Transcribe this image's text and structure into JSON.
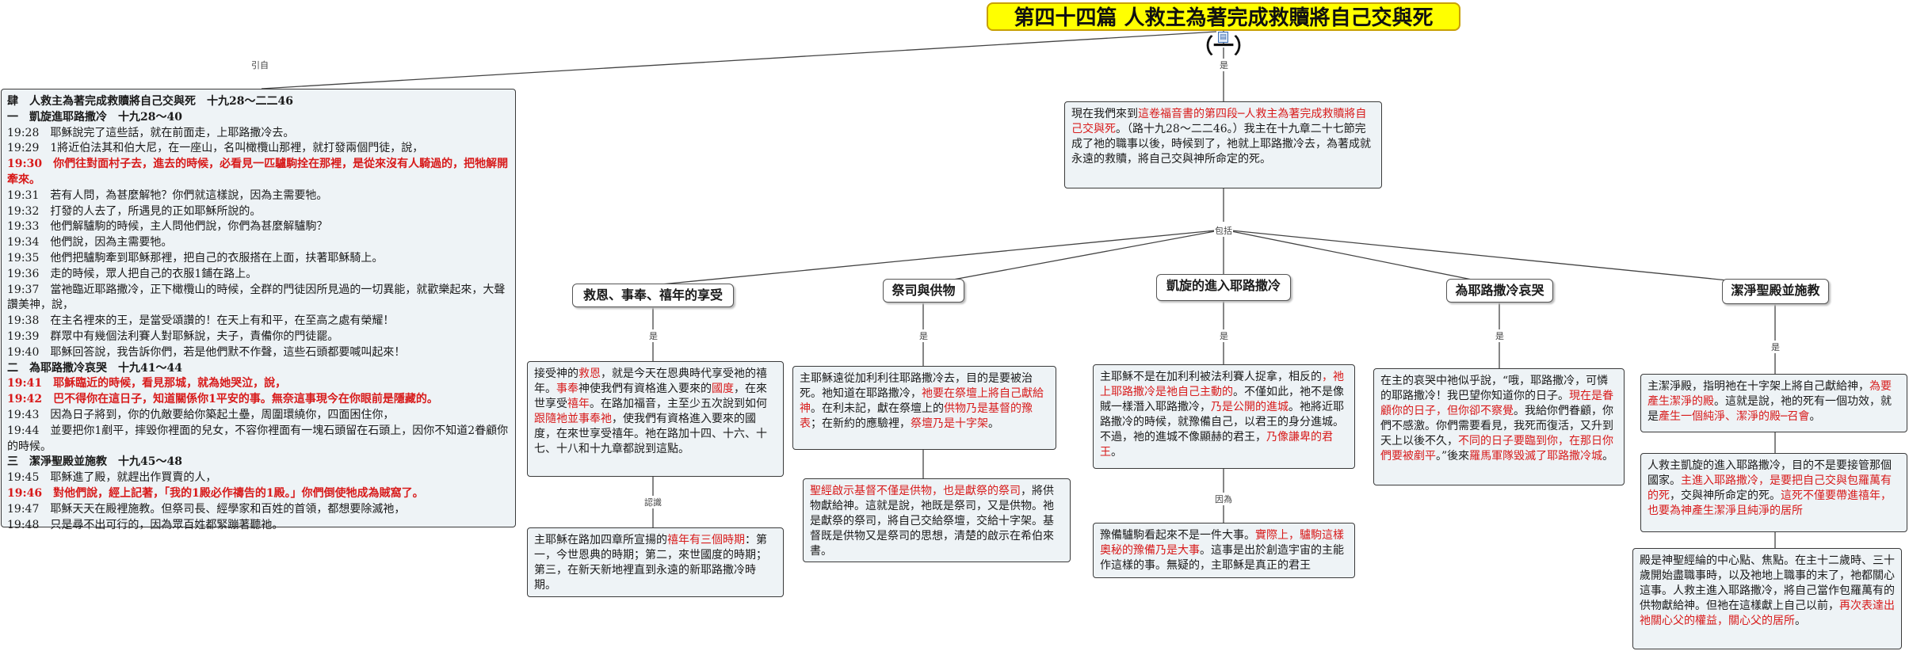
{
  "root": {
    "title": "第四十四篇 人救主為著完成救贖將自己交與死（一）",
    "icon": "note-icon"
  },
  "edges": {
    "intro": "引自",
    "is1": "是",
    "include": "包括",
    "is_a": "是",
    "is_b": "是",
    "is_c": "是",
    "is_d": "是",
    "is_e": "是",
    "note": "認識",
    "because": "因為"
  },
  "scripture": {
    "heading": "肆　人救主為著完成救贖將自己交與死　十九28～二二46",
    "s1": "一　凱旋進耶路撒冷　十九28～40",
    "v1928": "19:28　耶穌說完了這些話，就在前面走，上耶路撒冷去。",
    "v1929": "19:29　1將近伯法其和伯大尼，在一座山，名叫橄欖山那裡，就打發兩個門徒，說，",
    "v1930": "19:30　你們往對面村子去，進去的時候，必看見一匹驢駒拴在那裡，是從來沒有人騎過的，把牠解開牽來。",
    "v1931": "19:31　若有人問，為甚麼解牠？你們就這樣說，因為主需要牠。",
    "v1932": "19:32　打發的人去了，所遇見的正如耶穌所說的。",
    "v1933": "19:33　他們解驢駒的時候，主人問他們說，你們為甚麼解驢駒？",
    "v1934": "19:34　他們說，因為主需要牠。",
    "v1935": "19:35　他們把驢駒牽到耶穌那裡，把自己的衣服搭在上面，扶著耶穌騎上。",
    "v1936": "19:36　走的時候，眾人把自己的衣服1鋪在路上。",
    "v1937": "19:37　當祂臨近耶路撒冷，正下橄欖山的時候，全群的門徒因所見過的一切異能，就歡樂起來，大聲讚美神，說，",
    "v1938": "19:38　在主名裡來的王，是當受頌讚的！在天上有和平，在至高之處有榮耀！",
    "v1939": "19:39　群眾中有幾個法利賽人對耶穌說，夫子，責備你的門徒罷。",
    "v1940": "19:40　耶穌回答說，我告訴你們，若是他們默不作聲，這些石頭都要喊叫起來！",
    "s2": "二　為耶路撒冷哀哭　十九41～44",
    "v1941": "19:41　耶穌臨近的時候，看見那城，就為她哭泣，說，",
    "v1942": "19:42　巴不得你在這日子，知道關係你1平安的事。無奈這事現今在你眼前是隱藏的。",
    "v1943": "19:43　因為日子將到，你的仇敵要給你築起土壘，周圍環繞你，四面困住你，",
    "v1944": "19:44　並要把你1剷平，摔毀你裡面的兒女，不容你裡面有一塊石頭留在石頭上，因你不知道2眷顧你的時候。",
    "s3": "三　潔淨聖殿並施教　十九45～48",
    "v1945": "19:45　耶穌進了殿，就趕出作買賣的人，",
    "v1946": "19:46　對他們說，經上記著，「我的1殿必作禱告的1殿。」你們倒使牠成為賊窩了。",
    "v1947": "19:47　耶穌天天在殿裡施教。但祭司長、經學家和百姓的首領，都想要除滅祂，",
    "v1948": "19:48　只是尋不出可行的，因為眾百姓都緊蹦著聽祂。"
  },
  "summary": {
    "pre": "現在我們來到",
    "red": "這卷福音書的第四段─人救主為著完成救贖將自己交與死",
    "post": "。（路十九28～二二46。）我主在十九章二十七節完成了祂的職事以後，時候到了，祂就上耶路撒冷去，為著成就永遠的救贖，將自己交與神所命定的死。"
  },
  "topics": {
    "t1": "救恩、事奉、禧年的享受",
    "t2": "祭司與供物",
    "t3": "凱旋的進入耶路撒冷",
    "t4": "為耶路撒冷哀哭",
    "t5": "潔淨聖殿並施教"
  },
  "n1": {
    "a1": "接受神的",
    "a2": "救恩",
    "a3": "，就是今天在恩典時代享受祂的禧年。",
    "a4": "事奉",
    "a5": "神使我們有資格進入要來的",
    "a6": "國度",
    "a7": "，在來世享受",
    "a8": "禧年",
    "a9": "。在路加福音，主至少五次說到如何",
    "a10": "跟隨祂並事奉祂",
    "a11": "，使我們有資格進入要來的國度，在來世享受禧年。祂在路加十四、十六、十七、十八和十九章都說到這點。"
  },
  "n1b": {
    "a": "主耶穌在路加四章所宣揚的",
    "b": "禧年有三個時期",
    "c": "：第一，今世恩典的時期；第二，來世國度的時期；第三，在新天新地裡直到永遠的新耶路撒冷時期。"
  },
  "n2": {
    "a": "主耶穌遠從加利利往耶路撒冷去，目的是要被治死。祂知道在耶路撒冷，",
    "b": "祂要在祭壇上將自己獻給神",
    "c": "。在利未記，獻在祭壇上的",
    "d": "供物乃是基督的豫表",
    "e": "；在新約的應驗裡，",
    "f": "祭壇乃是十字架",
    "g": "。"
  },
  "n2b": {
    "a": "聖經啟示基督不僅是供物，也是獻祭的祭司",
    "b": "，將供物獻給神。這就是說，祂既是祭司，又是供物。祂是獻祭的祭司，將自己交給祭壇，交給十字架。基督既是供物又是祭司的思想，清楚的啟示在希伯來書。"
  },
  "n3": {
    "a": "主耶穌不是在加利利被法利賽人捉拿，相反的",
    "b": "，祂上耶路撒冷是祂自己主動的",
    "c": "。不僅如此，祂不是像賊一樣潛入耶路撒冷，",
    "d": "乃是公開的進城",
    "e": "。祂將近耶路撒冷的時候，就豫備自己，以君王的身分進城。不過，祂的進城不像顯赫的君王，",
    "f": "乃像謙卑的君王",
    "g": "。"
  },
  "n3b": {
    "a": "豫備驢駒看起來不是一件大事。",
    "b": "實際上，驢駒這樣奧秘的豫備乃是大事",
    "c": "。這事是出於創造宇宙的主能作這樣的事。無疑的，主耶穌是真正的君王"
  },
  "n4": {
    "a": "在主的哀哭中祂似乎說，“哦，耶路撒冷，可憐的耶路撒冷！我巴望你知道你的日子。",
    "b": "現在是眷顧你的日子，但你卻不察覺",
    "c": "。我給你們眷顧，你們不感激。你們需要看見，我死而復活，又升到天上以後不久，",
    "d": "不同的日子要臨到你，在那日你們要被剷平",
    "e": "。”後來",
    "f": "羅馬軍隊毀滅了耶路撒冷城",
    "g": "。"
  },
  "n5": {
    "a": "主潔淨殿，指明祂在十字架上將自己獻給神，",
    "b": "為要產生潔淨的殿",
    "c": "。這就是說，祂的死有一個功效，就是",
    "d": "產生一個純淨、潔淨的殿─召會",
    "e": "。"
  },
  "n5b": {
    "a": "人救主凱旋的進入耶路撒冷，目的不是要接管那個國家。",
    "b": "主進入耶路撒冷，是要把自己交與包羅萬有的死",
    "c": "，交與神所命定的死。",
    "d": "這死不僅要帶進禧年，也要為神產生潔淨且純淨的居所"
  },
  "n5c": {
    "a": "殿是神聖經綸的中心點、焦點。在主十二歲時、三十歲開始盡職事時，以及祂地上職事的末了，祂都關心這事。人救主進入耶路撒冷，將自己當作包羅萬有的供物獻給神。但祂在這樣獻上自己以前，",
    "b": "再次表達出祂關心父的權益，關心父的居所",
    "c": "。"
  }
}
